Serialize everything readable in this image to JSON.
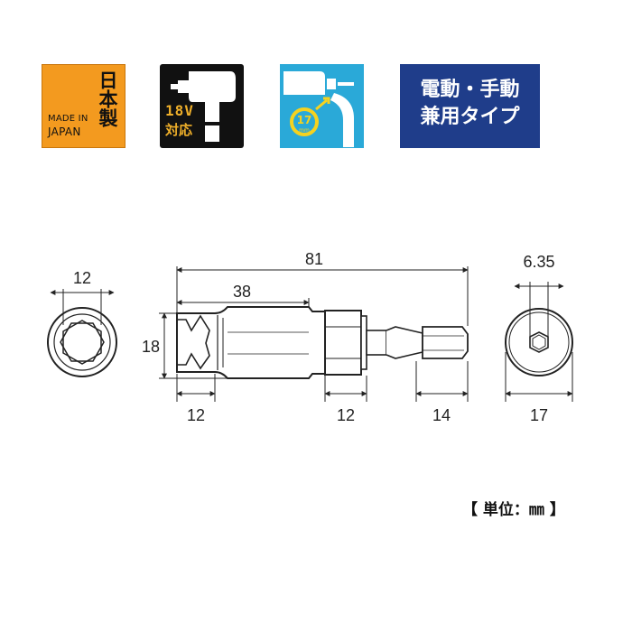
{
  "badges": {
    "japan": {
      "kanji": "日本製",
      "line1": "MADE IN",
      "line2": "JAPAN",
      "color": "#f39a1f"
    },
    "voltage": {
      "volt": "18V",
      "label": "対応",
      "icon": "impact-driver-icon",
      "color": "#111111"
    },
    "socket_size": {
      "size": "17",
      "unit": "mm",
      "icon": "socket-on-tool-icon",
      "color": "#2aa9d8"
    },
    "usage": {
      "line1": "電動・手動",
      "line2": "兼用タイプ",
      "color": "#1f3d8a"
    }
  },
  "dimensions": {
    "overall_length": "81",
    "socket_depth": "38",
    "socket_outer_diameter": "18",
    "socket_front_length": "12",
    "collar_length": "12",
    "shank_length": "14",
    "front_view_hex": "12",
    "rear_view_hex": "6.35",
    "rear_view_diameter": "17"
  },
  "unit_label": "【 単位：㎜ 】"
}
